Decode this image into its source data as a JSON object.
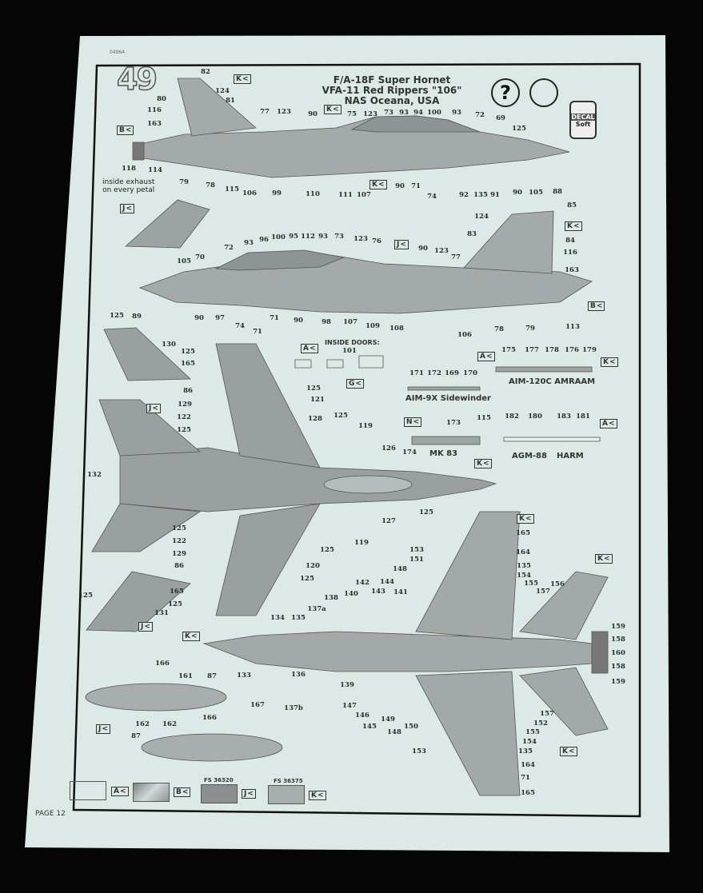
{
  "document": {
    "code": "04964",
    "step_number": "49",
    "title_lines": [
      "F/A-18F Super Hornet",
      "VFA-11  Red Rippers  \"106\"",
      "NAS Oceana, USA"
    ],
    "icons": [
      "question-mark-icon",
      "glue-icon",
      "decal-soft-icon"
    ],
    "decal_soft_label": [
      "DECAL",
      "Soft"
    ],
    "page_label": "PAGE 12",
    "exhaust_note": [
      "inside exhaust",
      "on every petal"
    ],
    "inside_doors_label": "INSIDE DOORS:",
    "ordnance": {
      "aim9x": "AIM-9X  Sidewinder",
      "aim120c": "AIM-120C  AMRAAM",
      "mk83": "MK 83",
      "agm88": "AGM-88",
      "harm": "HARM"
    }
  },
  "colors": {
    "legend": [
      {
        "letter": "A",
        "fs": "",
        "color": "#f2f6f4"
      },
      {
        "letter": "B",
        "fs": "",
        "color": "#a9adaf"
      },
      {
        "letter": "J",
        "fs": "FS 36320",
        "color": "#8b8f90"
      },
      {
        "letter": "K",
        "fs": "FS 36375",
        "color": "#a7acac"
      }
    ]
  },
  "tags": [
    "K",
    "B",
    "J",
    "K",
    "J",
    "B",
    "A",
    "G",
    "A",
    "K",
    "J",
    "N",
    "K",
    "A",
    "K",
    "K",
    "K",
    "J",
    "J",
    "K",
    "K",
    "K"
  ],
  "callouts": {
    "side_view_1": [
      "82",
      "80",
      "116",
      "163",
      "124",
      "81",
      "77",
      "123",
      "90",
      "75",
      "123",
      "73",
      "93",
      "94",
      "100",
      "93",
      "72",
      "69",
      "125",
      "118",
      "114",
      "79",
      "78",
      "115",
      "106",
      "99",
      "110",
      "111",
      "107",
      "90",
      "71",
      "74",
      "92",
      "135",
      "91",
      "90",
      "105",
      "88"
    ],
    "side_view_2": [
      "85",
      "124",
      "83",
      "84",
      "116",
      "163",
      "72",
      "93",
      "96",
      "100",
      "95",
      "112",
      "93",
      "73",
      "123",
      "76",
      "90",
      "123",
      "77",
      "105",
      "70",
      "89",
      "90",
      "97",
      "74",
      "71",
      "90",
      "98",
      "107",
      "109",
      "108",
      "106",
      "78",
      "79",
      "113"
    ],
    "underside_view": [
      "125",
      "130",
      "125",
      "165",
      "86",
      "129",
      "122",
      "125",
      "71",
      "125",
      "121",
      "128",
      "125",
      "119",
      "126",
      "132",
      "127",
      "125",
      "125",
      "122",
      "129",
      "86",
      "165",
      "125",
      "120",
      "125",
      "125",
      "119",
      "125",
      "131"
    ],
    "ordnance": [
      "101",
      "171",
      "172",
      "169",
      "170",
      "175",
      "177",
      "178",
      "176",
      "179",
      "173",
      "115",
      "174",
      "182",
      "180",
      "183",
      "181"
    ],
    "top_view": [
      "165",
      "164",
      "153",
      "151",
      "148",
      "142",
      "144",
      "143",
      "141",
      "140",
      "138",
      "137a",
      "135",
      "134",
      "135",
      "154",
      "155",
      "157",
      "156",
      "159",
      "158",
      "160",
      "158",
      "159",
      "136",
      "133",
      "139",
      "147",
      "146",
      "145",
      "149",
      "148",
      "150",
      "157",
      "152",
      "155",
      "154",
      "153",
      "135",
      "164",
      "71",
      "165",
      "137b",
      "166",
      "161",
      "87",
      "162",
      "162",
      "167",
      "166",
      "87"
    ]
  }
}
